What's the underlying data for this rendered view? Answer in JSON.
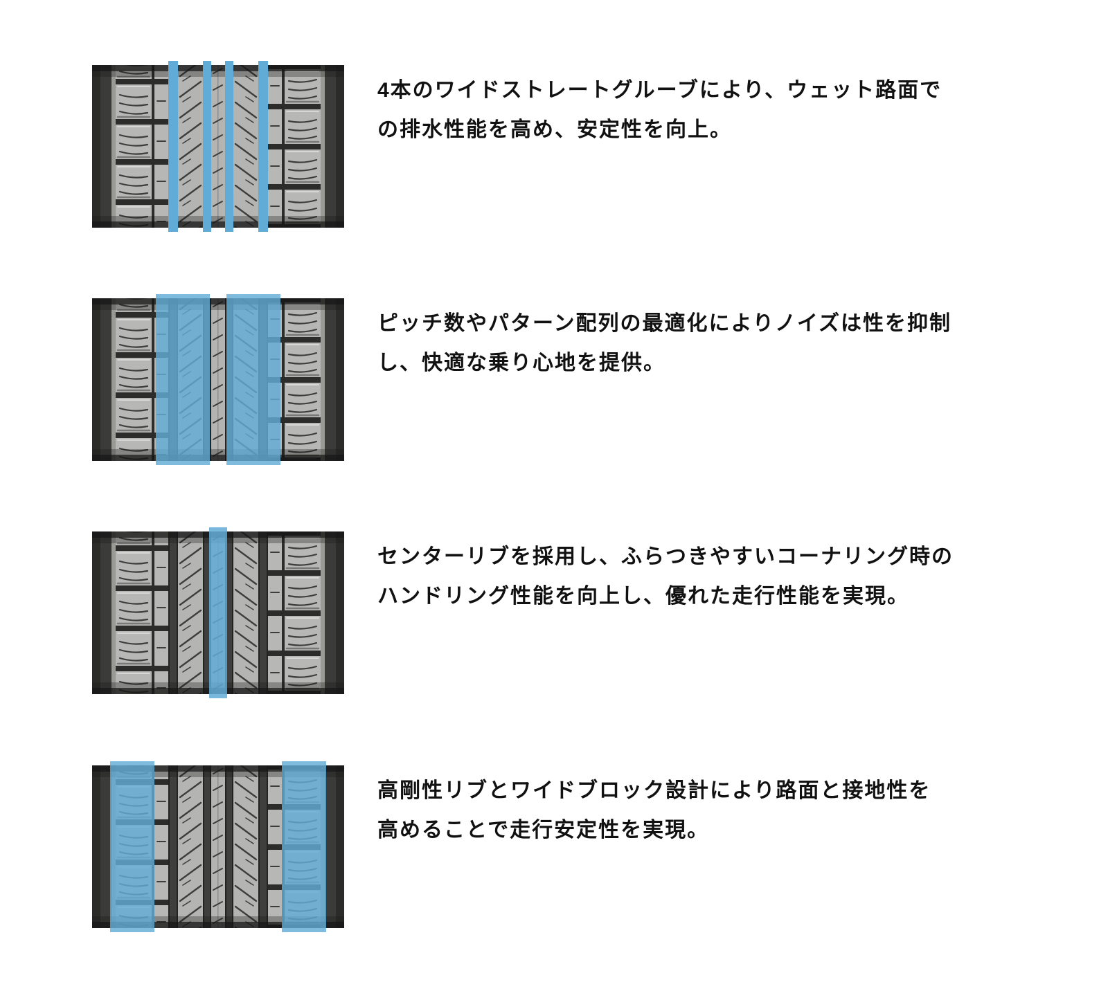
{
  "section": {
    "name": "tire-tread-features",
    "background": "#ffffff"
  },
  "colors": {
    "highlight_blue": "#61acd6",
    "tread": "#b4b4b2",
    "block": "#b7b7b5",
    "block_hi": "#d7d7d5",
    "block_lo": "#787876",
    "gap": "#2c2c2a",
    "sipe": "#3d3d3b",
    "groove": "#3f3f3d",
    "groove_edge": "#232321",
    "sidewall": "#3b3b39",
    "sidewall_deep": "#2b2b29",
    "rim_strip": "#9a9a94",
    "center_line": "#8d8d8b",
    "text": "#111111"
  },
  "features": [
    {
      "label": "wide-straight-grooves",
      "highlight": "grooves",
      "image_alt": "tire-tread-with-four-blue-straight-grooves",
      "text": "4本のワイドストレートグルーブにより、ウェット路面で\nの排水性能を高め、安定性を向上。"
    },
    {
      "label": "pitch-pattern-optimization",
      "highlight": "ribs",
      "image_alt": "tire-tread-with-blue-intermediate-ribs",
      "text": "ピッチ数やパターン配列の最適化によりノイズは性を抑制\nし、快適な乗り心地を提供。"
    },
    {
      "label": "center-rib",
      "highlight": "center",
      "image_alt": "tire-tread-with-blue-center-rib",
      "text": "センターリブを採用し、ふらつきやすいコーナリング時の\nハンドリング性能を向上し、優れた走行性能を実現。"
    },
    {
      "label": "rigid-rib-wide-block",
      "highlight": "shoulders",
      "image_alt": "tire-tread-with-blue-shoulder-blocks",
      "text": "高剛性リブとワイドブロック設計により路面と接地性を\n高めることで走行安定性を実現。"
    }
  ]
}
